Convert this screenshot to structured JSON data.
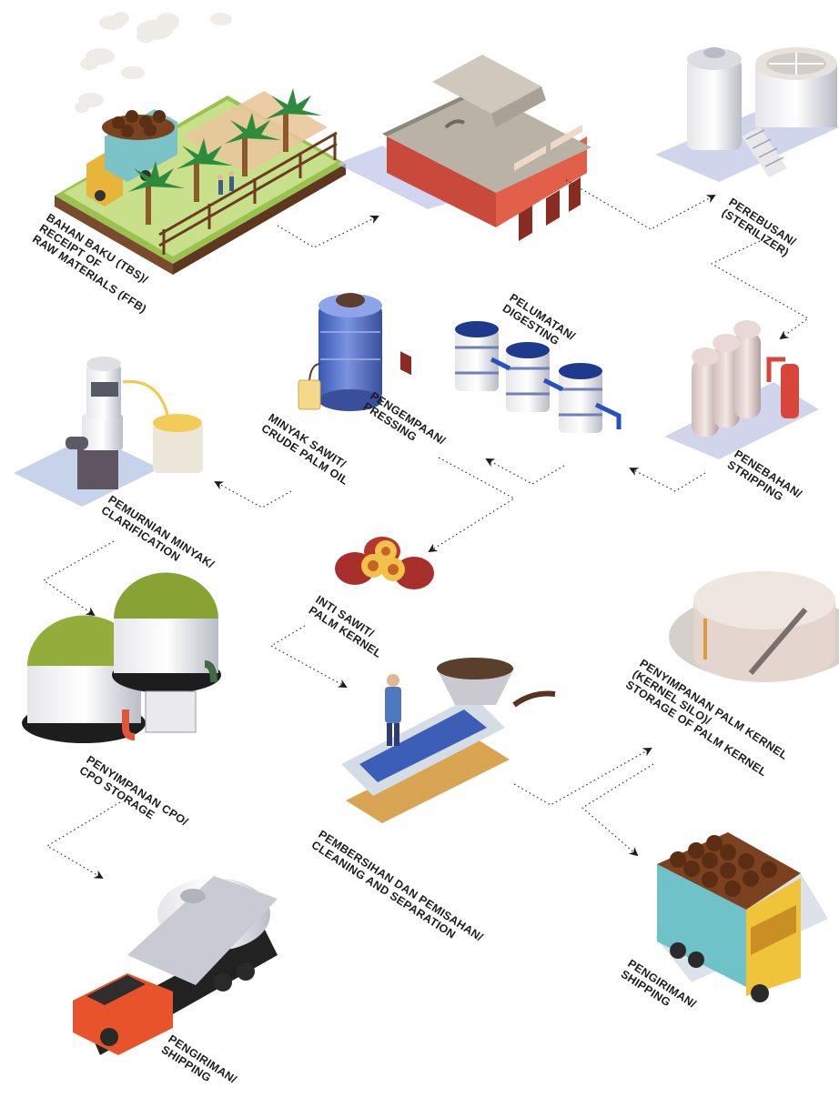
{
  "steps": {
    "raw_materials": {
      "lines": [
        "BAHAN BAKU (TBS)/",
        "RECEIPT OF",
        "RAW MATERIALS (FFB)"
      ]
    },
    "sterilizer": {
      "lines": [
        "PEREBUSAN/",
        "(STERILIZER)"
      ]
    },
    "stripping": {
      "lines": [
        "PENEBAHAN/",
        "STRIPPING"
      ]
    },
    "digesting": {
      "lines": [
        "PELUMATAN/",
        "DIGESTING"
      ]
    },
    "pressing": {
      "lines": [
        "PENGEMPAAN/",
        "PRESSING"
      ]
    },
    "crude_palm_oil": {
      "lines": [
        "MINYAK SAWIT/",
        "CRUDE PALM OIL"
      ]
    },
    "clarification": {
      "lines": [
        "PEMURNIAN MINYAK/",
        "CLARIFICATION"
      ]
    },
    "palm_kernel": {
      "lines": [
        "INTI SAWIT/",
        "PALM KERNEL"
      ]
    },
    "cpo_storage": {
      "lines": [
        "PENYIMPANAN CPO/",
        "CPO STORAGE"
      ]
    },
    "cleaning": {
      "lines": [
        "PEMBERSIHAN DAN PEMISAHAN/",
        "CLEANING AND SEPARATION"
      ]
    },
    "kernel_storage": {
      "lines": [
        "PENYIMPANAN PALM KERNEL",
        "(KERNEL SILO)/",
        "STORAGE OF PALM KERNEL"
      ]
    },
    "shipping_cpo": {
      "lines": [
        "PENGIRIMAN/",
        "SHIPPING"
      ]
    },
    "shipping_kernel": {
      "lines": [
        "PENGIRIMAN/",
        "SHIPPING"
      ]
    }
  },
  "colors": {
    "arrow": "#2a2a2a",
    "label": "#1c1c1c",
    "grass": "#b7d66a",
    "factory_wall": "#d9553f",
    "tank_blue": "#4f6fc7",
    "fruit": "#b0302f",
    "dome_green": "#93ad3a",
    "truck_orange": "#e9532b",
    "truck_yellow": "#f1c23a"
  }
}
